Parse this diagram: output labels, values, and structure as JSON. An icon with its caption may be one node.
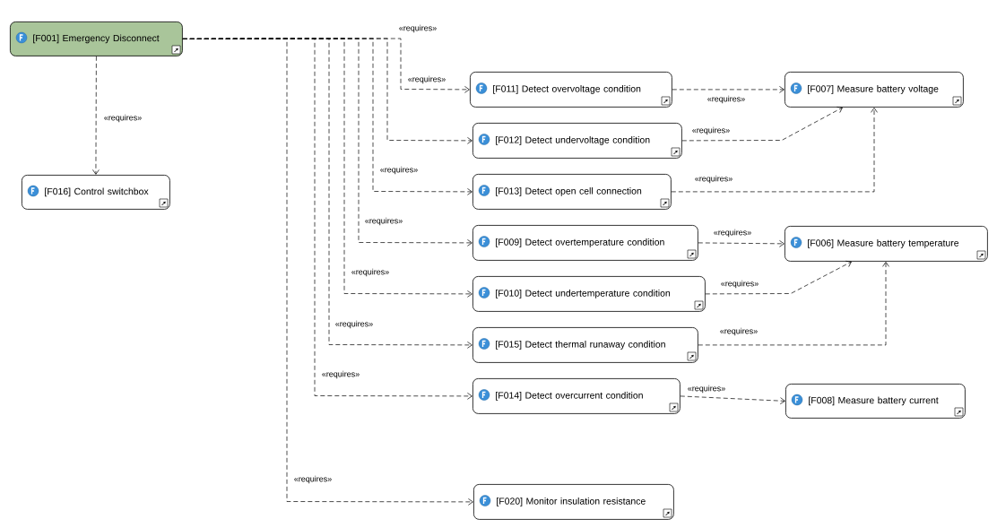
{
  "diagram": {
    "nodes": [
      {
        "text": [
          "[F001] Emergency Disconnect"
        ]
      },
      {
        "text": [
          "[F011] Detect overvoltage condition"
        ]
      },
      {
        "text": [
          "[F007] Measure battery voltage"
        ]
      },
      {
        "text": [
          "[F012] Detect undervoltage condition"
        ]
      },
      {
        "text": [
          "[F013] Detect open cell connection"
        ]
      },
      {
        "text": [
          "[F016] Control switchbox"
        ]
      },
      {
        "text": [
          "[F009] Detect overtemperature condition"
        ]
      },
      {
        "text": [
          "[F006] Measure battery temperature"
        ]
      },
      {
        "text": [
          "[F010] Detect undertemperature condition"
        ]
      },
      {
        "text": [
          "[F015] Detect thermal runaway condition"
        ]
      },
      {
        "text": [
          "[F014] Detect overcurrent condition"
        ]
      },
      {
        "text": [
          "[F008] Measure battery current"
        ]
      },
      {
        "text": [
          "[F020] Monitor insulation resistance"
        ]
      }
    ],
    "edges": [
      {
        "from": 0,
        "to": 5,
        "arrow": "to",
        "label": "«requires»"
      },
      {
        "from": 0,
        "to": 1,
        "arrow": "to",
        "label": "«requires»"
      },
      {
        "from": 0,
        "to": 3,
        "arrow": "to",
        "label": "«requires»"
      },
      {
        "from": 0,
        "to": 4,
        "arrow": "to",
        "label": "«requires»"
      },
      {
        "from": 0,
        "to": 6,
        "arrow": "to",
        "label": "«requires»"
      },
      {
        "from": 0,
        "to": 8,
        "arrow": "to",
        "label": "«requires»"
      },
      {
        "from": 0,
        "to": 9,
        "arrow": "to",
        "label": "«requires»"
      },
      {
        "from": 0,
        "to": 10,
        "arrow": "to",
        "label": "«requires»"
      },
      {
        "from": 0,
        "to": 12,
        "arrow": "to",
        "label": "«requires»"
      },
      {
        "from": 1,
        "to": 2,
        "arrow": "to",
        "label": "«requires»"
      },
      {
        "from": 3,
        "to": 2,
        "arrow": "to",
        "label": "«requires»"
      },
      {
        "from": 4,
        "to": 2,
        "arrow": "to",
        "label": "«requires»"
      },
      {
        "from": 6,
        "to": 7,
        "arrow": "to",
        "label": "«requires»"
      },
      {
        "from": 8,
        "to": 7,
        "arrow": "to",
        "label": "«requires»"
      },
      {
        "from": 9,
        "to": 7,
        "arrow": "to",
        "label": "«requires»"
      },
      {
        "from": 10,
        "to": 11,
        "arrow": "to",
        "label": "«requires»"
      }
    ]
  }
}
